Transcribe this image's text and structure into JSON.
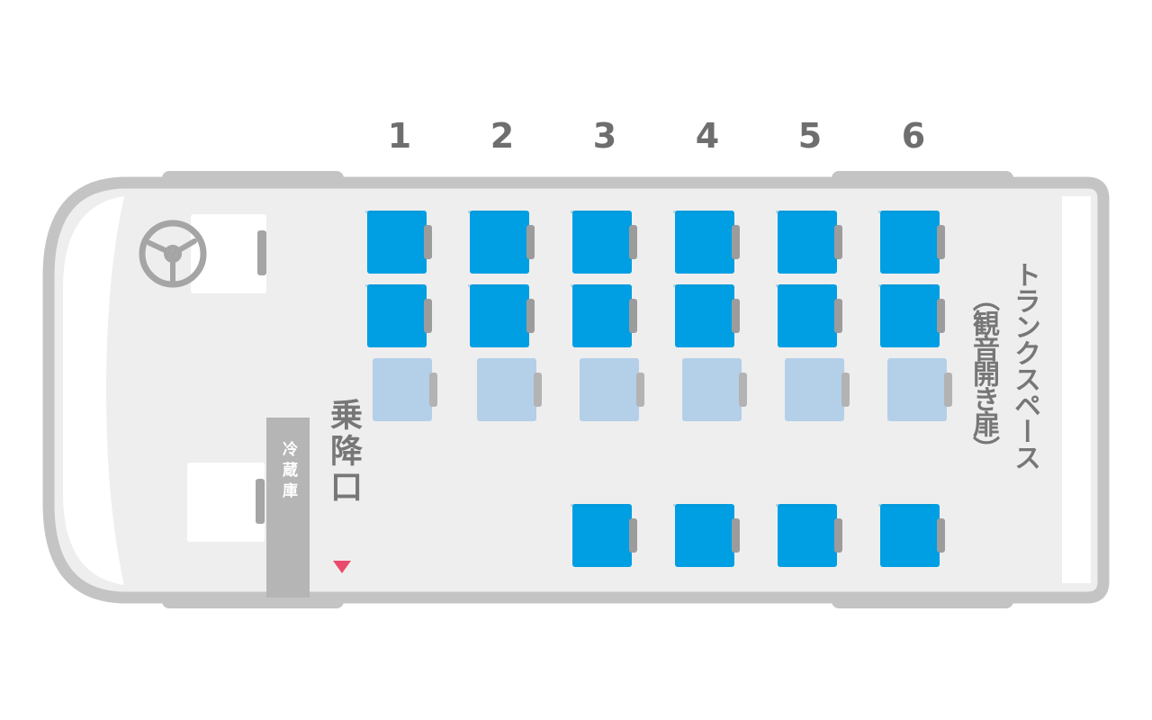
{
  "diagram": {
    "rows": [
      "1",
      "2",
      "3",
      "4",
      "5",
      "6"
    ],
    "door_label": "乗降口",
    "fridge_label": "冷蔵庫",
    "trunk_label": "トランクスペース",
    "trunk_sub_label": "（観音開き扉）"
  },
  "colors": {
    "regular_seat": "#009fe3",
    "auxiliary_seat": "#b4cfe8",
    "bus_outline": "#c4c4c4",
    "bus_floor": "#eeeeee",
    "door_arrow": "#ea4a6b"
  },
  "icons": [
    "steering-wheel-icon",
    "door-arrow-icon"
  ]
}
